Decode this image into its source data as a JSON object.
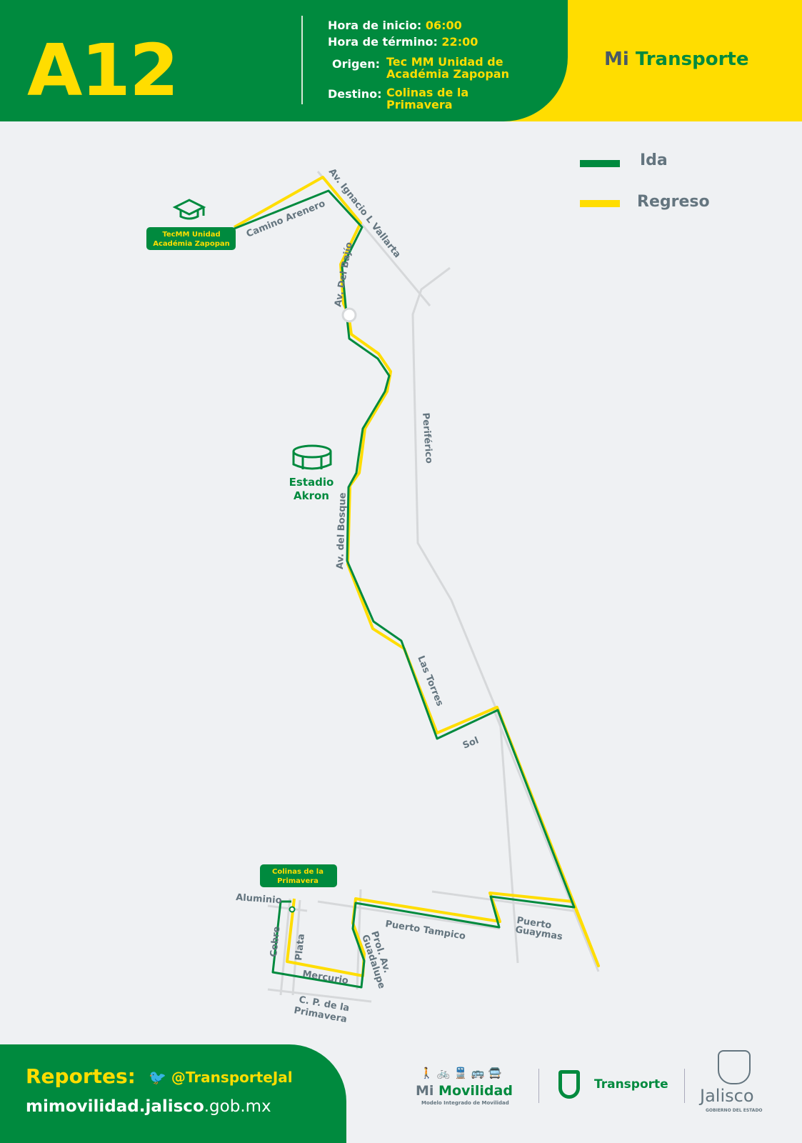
{
  "header": {
    "route_code": "A12",
    "start_label": "Hora de inicio:",
    "start_time": "06:00",
    "end_label": "Hora de término:",
    "end_time": "22:00",
    "origin_label": "Origen:",
    "origin_l1": "Tec MM Unidad de",
    "origin_l2": "Académia Zapopan",
    "dest_label": "Destino:",
    "dest_l1": "Colinas de la",
    "dest_l2": "Primavera",
    "brand_mi": "Mi",
    "brand_transporte": "Transporte"
  },
  "legend": {
    "ida": "Ida",
    "regreso": "Regreso"
  },
  "colors": {
    "green": "#008a3e",
    "yellow": "#ffdd00",
    "road": "#d6d8da",
    "text": "#64757f"
  },
  "map": {
    "origin_box_l1": "TecMM Unidad",
    "origin_box_l2": "Académia Zapopan",
    "dest_box_l1": "Colinas de la",
    "dest_box_l2": "Primavera",
    "landmark_l1": "Estadio",
    "landmark_l2": "Akron",
    "streets": {
      "camino_arenero": "Camino Arenero",
      "vallarta": "Av. Ignacio L Vallarta",
      "del_bajio": "Av. Del Bajío",
      "periferico": "Periférico",
      "del_bosque": "Av. del Bosque",
      "las_torres": "Las Torres",
      "sol": "Sol",
      "aluminio": "Aluminio",
      "cobre": "Cobre",
      "plata": "Plata",
      "mercurio": "Mercurio",
      "cp_l1": "C. P. de la",
      "cp_l2": "Primavera",
      "prol_l1": "Prol. Av.",
      "prol_l2": "Guadalupe",
      "tampico": "Puerto Tampico",
      "guaymas_l1": "Puerto",
      "guaymas_l2": "Guaymas"
    }
  },
  "footer": {
    "reportes": "Reportes:",
    "twitter": "@TransporteJal",
    "url_bold": "mimovilidad.jalisco",
    "url_rest": ".gob.mx",
    "mi": "Mi",
    "movilidad": "Movilidad",
    "movilidad_sub": "Modelo Integrado de Movilidad",
    "transporte": "Transporte",
    "jalisco": "Jalisco",
    "jalisco_sub": "GOBIERNO DEL ESTADO"
  }
}
